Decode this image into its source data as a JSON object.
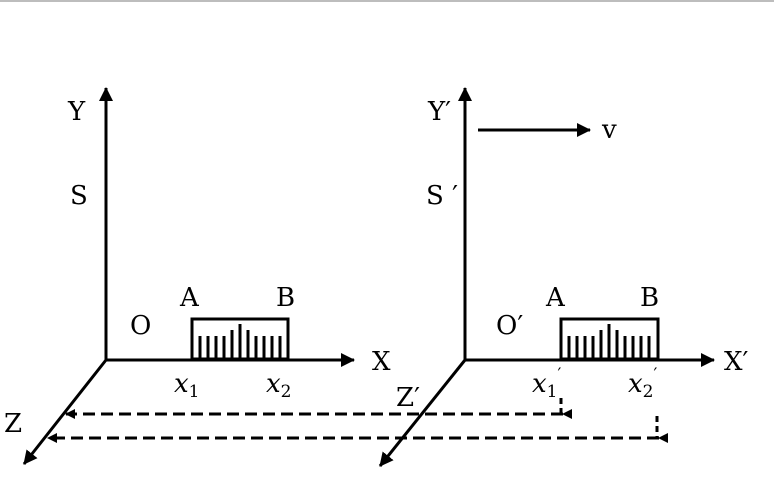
{
  "frame_s": {
    "y_axis": "Y",
    "x_axis": "X",
    "z_axis": "Z",
    "name": "S",
    "origin": "O",
    "rod_end_a": "A",
    "rod_end_b": "B",
    "x1_var": "x",
    "x1_sub": "1",
    "x2_var": "x",
    "x2_sub": "2"
  },
  "frame_s_prime": {
    "y_axis": "Y′",
    "x_axis": "X′",
    "z_axis": "Z′",
    "name": "S ′",
    "origin": "O′",
    "velocity": "v",
    "rod_end_a": "A",
    "rod_end_b": "B",
    "x1_var": "x",
    "x1_sub": "1",
    "x1_prime": "′",
    "x2_var": "x",
    "x2_sub": "2",
    "x2_prime": "′"
  }
}
